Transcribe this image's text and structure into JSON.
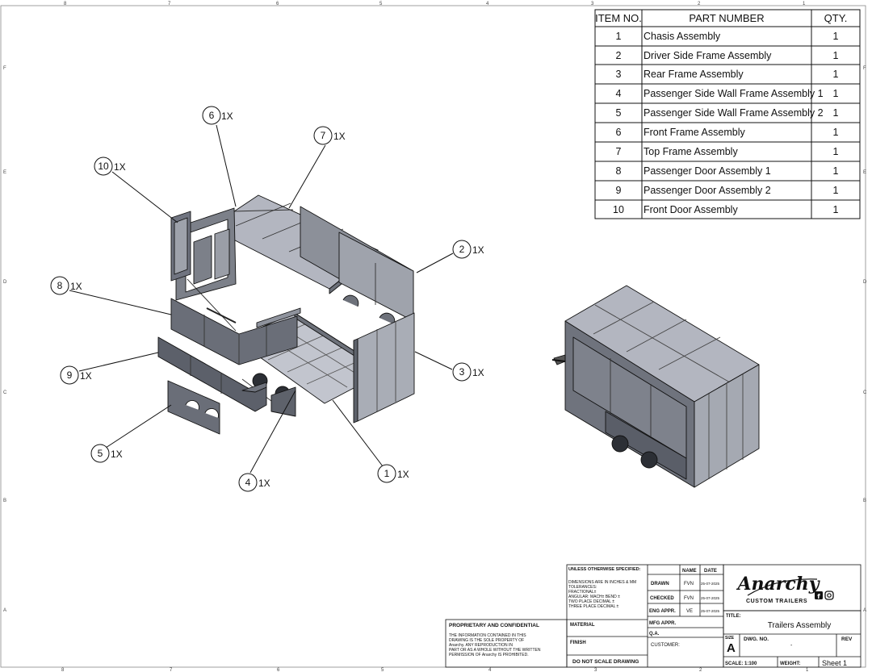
{
  "drawing": {
    "ruler_top": [
      "8",
      "7",
      "6",
      "5",
      "4",
      "3",
      "2",
      "1"
    ],
    "ruler_bottom": [
      "8",
      "7",
      "6",
      "5",
      "4",
      "3",
      "2",
      "1"
    ],
    "ruler_side": [
      "F",
      "E",
      "D",
      "C",
      "B",
      "A"
    ]
  },
  "bom": {
    "headers": [
      "ITEM NO.",
      "PART NUMBER",
      "QTY."
    ],
    "rows": [
      {
        "item": "1",
        "part": "Chasis Assembly",
        "qty": "1"
      },
      {
        "item": "2",
        "part": "Driver Side Frame Assembly",
        "qty": "1"
      },
      {
        "item": "3",
        "part": "Rear Frame Assembly",
        "qty": "1"
      },
      {
        "item": "4",
        "part": "Passenger Side Wall Frame Assembly 1",
        "qty": "1"
      },
      {
        "item": "5",
        "part": "Passenger Side Wall Frame Assembly 2",
        "qty": "1"
      },
      {
        "item": "6",
        "part": "Front Frame Assembly",
        "qty": "1"
      },
      {
        "item": "7",
        "part": "Top Frame Assembly",
        "qty": "1"
      },
      {
        "item": "8",
        "part": "Passenger Door Assembly 1",
        "qty": "1"
      },
      {
        "item": "9",
        "part": "Passenger Door Assembly 2",
        "qty": "1"
      },
      {
        "item": "10",
        "part": "Front Door Assembly",
        "qty": "1"
      }
    ]
  },
  "balloons": [
    {
      "num": "6",
      "qty": "1X"
    },
    {
      "num": "7",
      "qty": "1X"
    },
    {
      "num": "10",
      "qty": "1X"
    },
    {
      "num": "2",
      "qty": "1X"
    },
    {
      "num": "8",
      "qty": "1X"
    },
    {
      "num": "3",
      "qty": "1X"
    },
    {
      "num": "9",
      "qty": "1X"
    },
    {
      "num": "5",
      "qty": "1X"
    },
    {
      "num": "4",
      "qty": "1X"
    },
    {
      "num": "1",
      "qty": "1X"
    }
  ],
  "title_block": {
    "unless": "UNLESS OTHERWISE SPECIFIED:",
    "dims_1": "DIMENSIONS ARE IN INCHES & MM",
    "dims_2": "TOLERANCES:",
    "dims_3": "FRACTIONAL±",
    "dims_4": "ANGULAR: MACH±   BEND ±",
    "dims_5": "TWO PLACE DECIMAL   ±",
    "dims_6": "THREE PLACE DECIMAL  ±",
    "col_name": "NAME",
    "col_date": "DATE",
    "drawn": "DRAWN",
    "checked": "CHECKED",
    "eng_appr": "ENG APPR.",
    "mfg_appr": "MFG APPR.",
    "qa": "Q.A.",
    "customer": "CUSTOMER:",
    "drawn_name": "FVN",
    "drawn_date": "25-07-2025",
    "checked_name": "FVN",
    "checked_date": "25-07-2025",
    "eng_name": "VE",
    "eng_date": "25-07-2025",
    "proprietary": "PROPRIETARY AND CONFIDENTIAL",
    "prop_1": "THE INFORMATION CONTAINED IN THIS",
    "prop_2": "DRAWING IS THE SOLE PROPERTY OF",
    "prop_3": "Anarchy.  ANY REPRODUCTION IN",
    "prop_4": "PART OR AS A WHOLE WITHOUT THE WRITTEN",
    "prop_5": "PERMISSION OF Anarchy IS PROHIBITED.",
    "material": "MATERIAL",
    "finish": "FINISH",
    "no_scale": "DO NOT SCALE DRAWING",
    "title_label": "TITLE:",
    "title": "Trailers Assembly",
    "size_label": "SIZE",
    "size": "A",
    "dwg_label": "DWG.  NO.",
    "dwg_no": "-",
    "rev_label": "REV",
    "scale": "SCALE: 1:100",
    "weight": "WEIGHT:",
    "sheet": "Sheet  1",
    "logo_script": "Anarchy",
    "logo_sub": "CUSTOM TRAILERS"
  },
  "colors": {
    "panel_light": "#b9bcc6",
    "panel_mid": "#8f939d",
    "panel_dark": "#5e626b",
    "line": "#111111"
  }
}
